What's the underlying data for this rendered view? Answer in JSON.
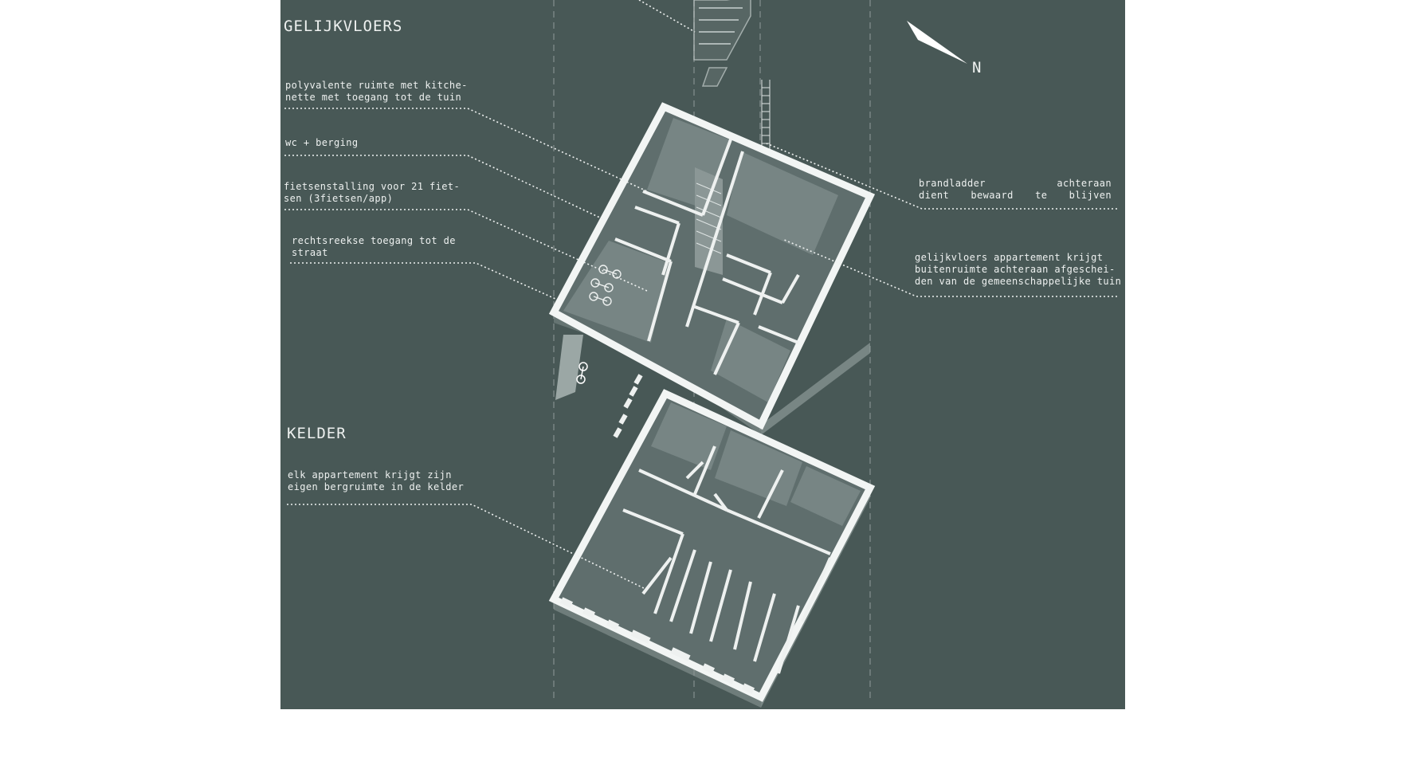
{
  "colors": {
    "background": "#485856",
    "wall": "#eef1f0",
    "room_fill": "#6f7d7c",
    "leader": "#eef1f0"
  },
  "compass": {
    "label": "N"
  },
  "ground_floor": {
    "title": "GELIJKVLOERS",
    "labels": {
      "multipurpose": "polyvalente ruimte met kitche-\nnette met toegang tot de tuin",
      "wc": "wc + berging",
      "bikes": "fietsenstalling voor 21 fiet-\nsen (3fietsen/app)",
      "street": "rechtsreekse toegang tot de\nstraat",
      "fire_ladder": "brandladder achteraan\ndient bewaard te blijven",
      "outdoor": "gelijkvloers appartement krijgt\nbuitenruimte achteraan afgeschei-\nden van de gemeenschappelijke tuin"
    }
  },
  "basement": {
    "title": "KELDER",
    "labels": {
      "storage": "elk appartement krijgt zijn\neigen bergruimte in de kelder"
    }
  }
}
